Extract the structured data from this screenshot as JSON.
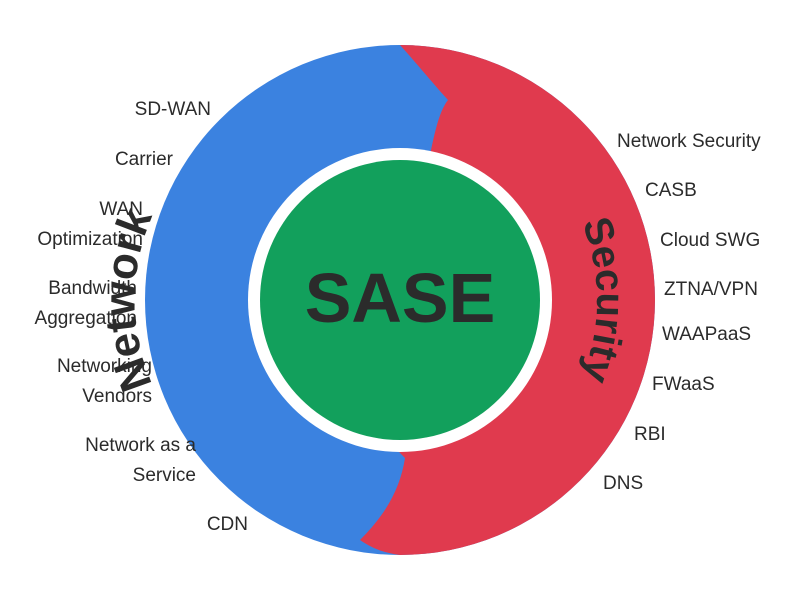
{
  "diagram": {
    "center_label": "SASE",
    "network": {
      "arc_label": "Network",
      "color": "#3B82E0",
      "items": [
        {
          "lines": [
            "SD-WAN"
          ]
        },
        {
          "lines": [
            "Carrier"
          ]
        },
        {
          "lines": [
            "WAN",
            "Optimization"
          ]
        },
        {
          "lines": [
            "Bandwidth",
            "Aggregation"
          ]
        },
        {
          "lines": [
            "Networking",
            "Vendors"
          ]
        },
        {
          "lines": [
            "Network as a",
            "Service"
          ]
        },
        {
          "lines": [
            "CDN"
          ]
        }
      ]
    },
    "security": {
      "arc_label": "Security",
      "color": "#E03A4E",
      "items": [
        {
          "lines": [
            "Network Security"
          ]
        },
        {
          "lines": [
            "CASB"
          ]
        },
        {
          "lines": [
            "Cloud SWG"
          ]
        },
        {
          "lines": [
            "ZTNA/VPN"
          ]
        },
        {
          "lines": [
            "WAAPaaS"
          ]
        },
        {
          "lines": [
            "FWaaS"
          ]
        },
        {
          "lines": [
            "RBI"
          ]
        },
        {
          "lines": [
            "DNS"
          ]
        }
      ]
    },
    "center_color": "#12A05C",
    "text_color": "#2b2b2b"
  }
}
